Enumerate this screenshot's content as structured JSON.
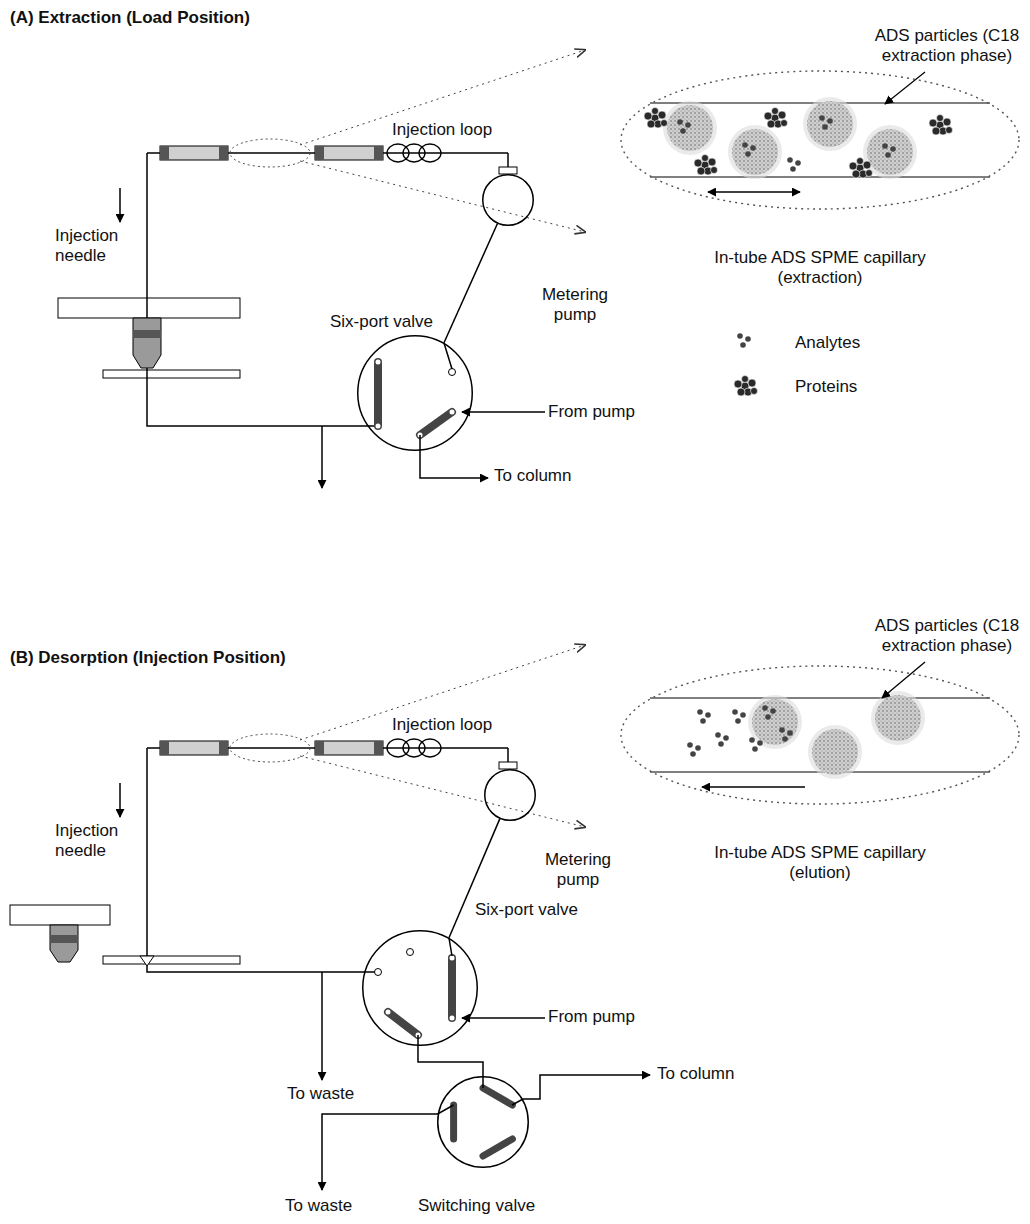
{
  "diagram": {
    "nodes": [
      {
        "text": [
          "In-tube ADS SPME capillary (extraction)"
        ]
      },
      {
        "text": [
          "Metering pump"
        ]
      },
      {
        "text": [
          "Six-port valve"
        ]
      },
      {
        "text": [
          "In-tube ADS SPME capillary (elution)"
        ]
      },
      {
        "text": [
          "Metering pump"
        ]
      },
      {
        "text": [
          "Six-port valve"
        ]
      },
      {
        "text": [
          "Switching valve"
        ]
      }
    ],
    "edges": [
      {
        "from": 1,
        "to": 2,
        "arrow": "none"
      },
      {
        "from": 4,
        "to": 5,
        "arrow": "none"
      },
      {
        "from": 5,
        "to": 6,
        "arrow": "none"
      }
    ],
    "labels": [
      "(A) Extraction (Load Position)",
      "ADS particles (C18 extraction phase)",
      "Injection loop",
      "Injection needle",
      "From pump",
      "To column",
      "(B) Desorption (Injection Position)",
      "ADS particles (C18 extraction phase)",
      "Injection loop",
      "Injection needle",
      "From pump",
      "To waste",
      "To column",
      "To waste"
    ],
    "legend": [
      {
        "text": "Analytes"
      },
      {
        "text": "Proteins"
      }
    ]
  }
}
